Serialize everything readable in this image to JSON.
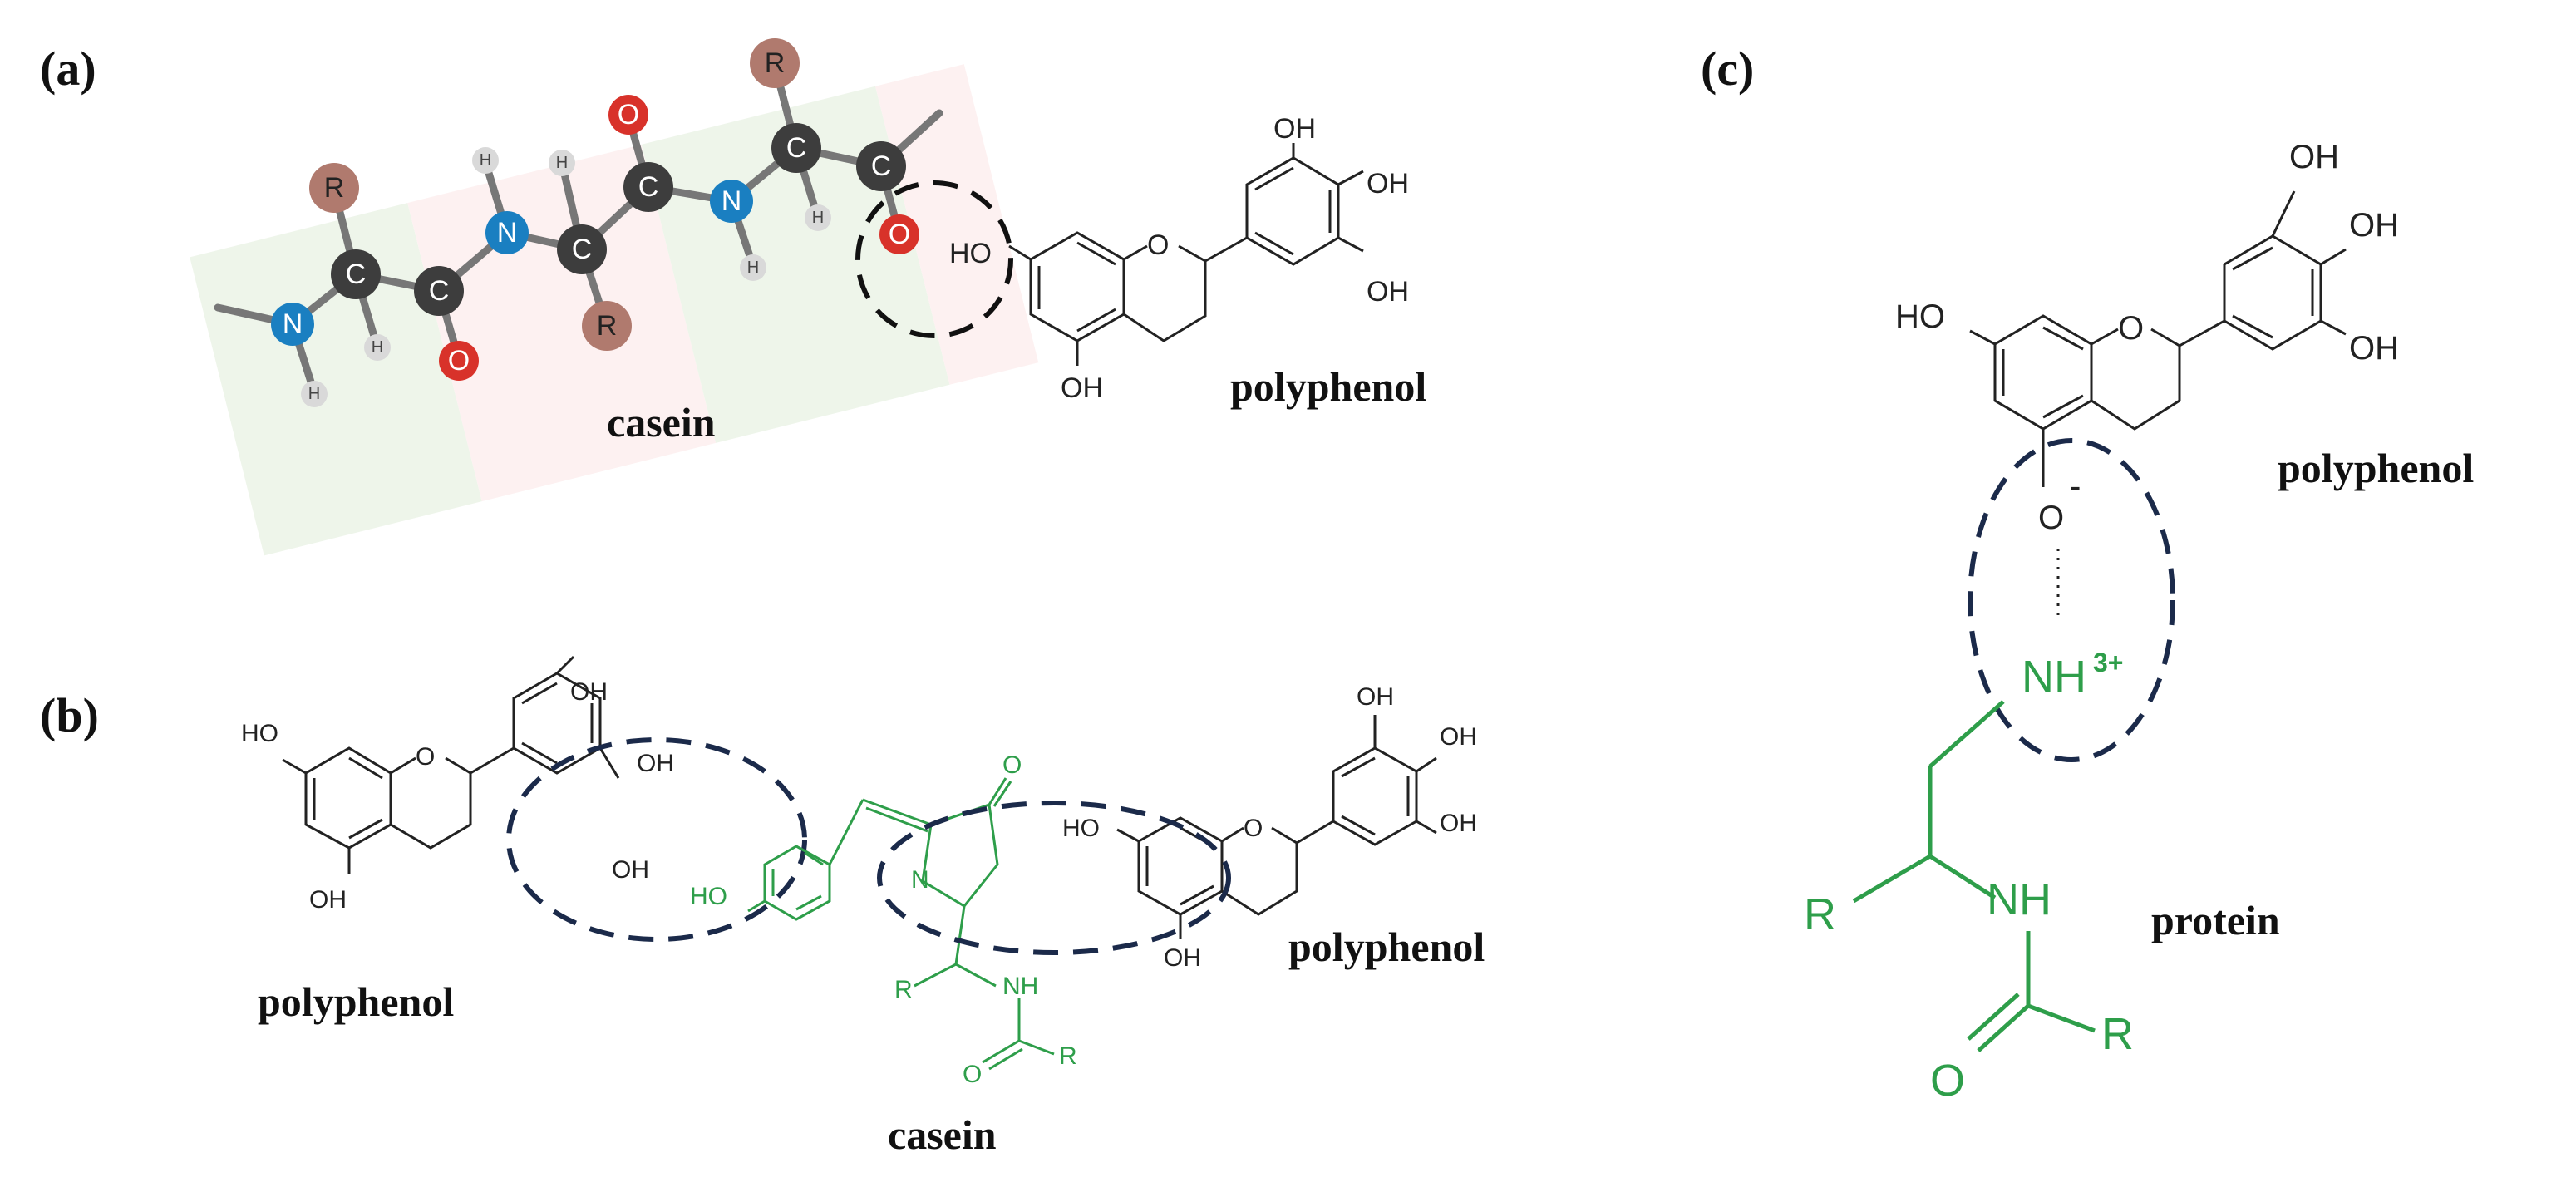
{
  "panels": {
    "a": {
      "label": "(a)",
      "casein_caption": "casein",
      "polyphenol_caption": "polyphenol"
    },
    "b": {
      "label": "(b)",
      "polyphenol_left_caption": "polyphenol",
      "polyphenol_right_caption": "polyphenol",
      "casein_caption": "casein"
    },
    "c": {
      "label": "(c)",
      "polyphenol_caption": "polyphenol",
      "protein_caption": "protein"
    }
  },
  "atoms": {
    "carbon": "C",
    "nitrogen": "N",
    "oxygen": "O",
    "hydrogen": "H",
    "r_group": "R",
    "hydroxyl": "OH",
    "hydroxyl_left": "HO",
    "amine": "NH",
    "ammonium": "NH",
    "ammonium_charge": "3+",
    "oxide": "O",
    "oxide_charge": "-"
  },
  "colors": {
    "carbon": "#3d3d3d",
    "nitrogen": "#1a7fc1",
    "oxygen": "#d8322a",
    "hydrogen": "#d9d9d9",
    "r_group": "#b07a6e",
    "casein_green": "#2e9e4a",
    "ellipse_navy": "#1b2a4a"
  }
}
